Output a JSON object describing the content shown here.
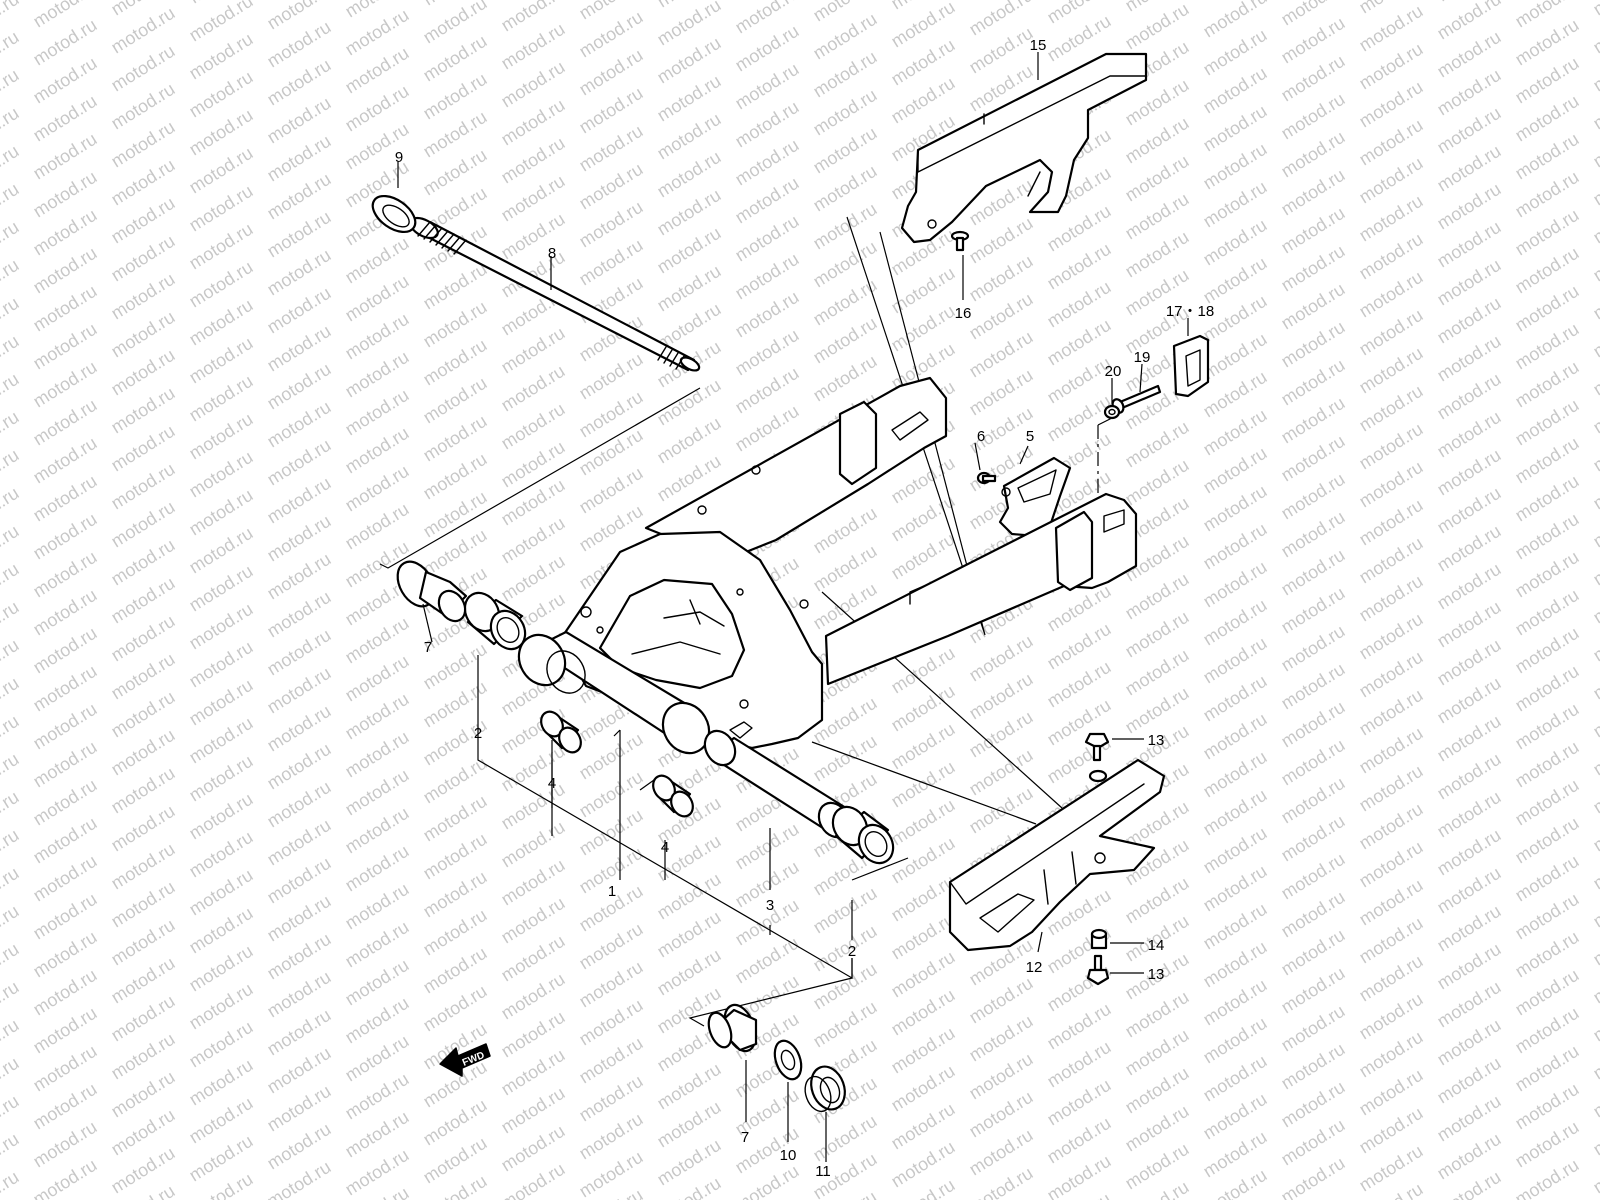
{
  "watermark": "motod.ru",
  "fwd_arrow": {
    "label": "FWD",
    "icon": "fwd-arrow-icon"
  },
  "callouts": [
    {
      "id": "1",
      "text": "1"
    },
    {
      "id": "2a",
      "text": "2"
    },
    {
      "id": "2b",
      "text": "2"
    },
    {
      "id": "3",
      "text": "3"
    },
    {
      "id": "4a",
      "text": "4"
    },
    {
      "id": "4b",
      "text": "4"
    },
    {
      "id": "5",
      "text": "5"
    },
    {
      "id": "6",
      "text": "6"
    },
    {
      "id": "7a",
      "text": "7"
    },
    {
      "id": "7b",
      "text": "7"
    },
    {
      "id": "8",
      "text": "8"
    },
    {
      "id": "9",
      "text": "9"
    },
    {
      "id": "10",
      "text": "10"
    },
    {
      "id": "11",
      "text": "11"
    },
    {
      "id": "12",
      "text": "12"
    },
    {
      "id": "13a",
      "text": "13"
    },
    {
      "id": "13b",
      "text": "13"
    },
    {
      "id": "14",
      "text": "14"
    },
    {
      "id": "15",
      "text": "15"
    },
    {
      "id": "16",
      "text": "16"
    },
    {
      "id": "17-18",
      "text": "17・18"
    },
    {
      "id": "19",
      "text": "19"
    },
    {
      "id": "20",
      "text": "20"
    }
  ],
  "parts": [
    {
      "ref": "1",
      "icon": "swingarm-icon"
    },
    {
      "ref": "2",
      "icon": "needle-bearing-icon"
    },
    {
      "ref": "3",
      "icon": "spacer-tube-icon"
    },
    {
      "ref": "4",
      "icon": "bearing-icon"
    },
    {
      "ref": "5",
      "icon": "bracket-plate-icon"
    },
    {
      "ref": "6",
      "icon": "bolt-icon"
    },
    {
      "ref": "7",
      "icon": "collar-bushing-icon"
    },
    {
      "ref": "8",
      "icon": "pivot-shaft-icon"
    },
    {
      "ref": "9",
      "icon": "dust-seal-icon"
    },
    {
      "ref": "10",
      "icon": "washer-icon"
    },
    {
      "ref": "11",
      "icon": "nut-icon"
    },
    {
      "ref": "12",
      "icon": "chain-buffer-icon"
    },
    {
      "ref": "13",
      "icon": "bolt-icon"
    },
    {
      "ref": "14",
      "icon": "spacer-icon"
    },
    {
      "ref": "15",
      "icon": "chain-cover-icon"
    },
    {
      "ref": "16",
      "icon": "screw-icon"
    },
    {
      "ref": "17・18",
      "icon": "rubber-cushion-icon"
    },
    {
      "ref": "19",
      "icon": "screw-icon"
    },
    {
      "ref": "20",
      "icon": "washer-icon"
    }
  ]
}
